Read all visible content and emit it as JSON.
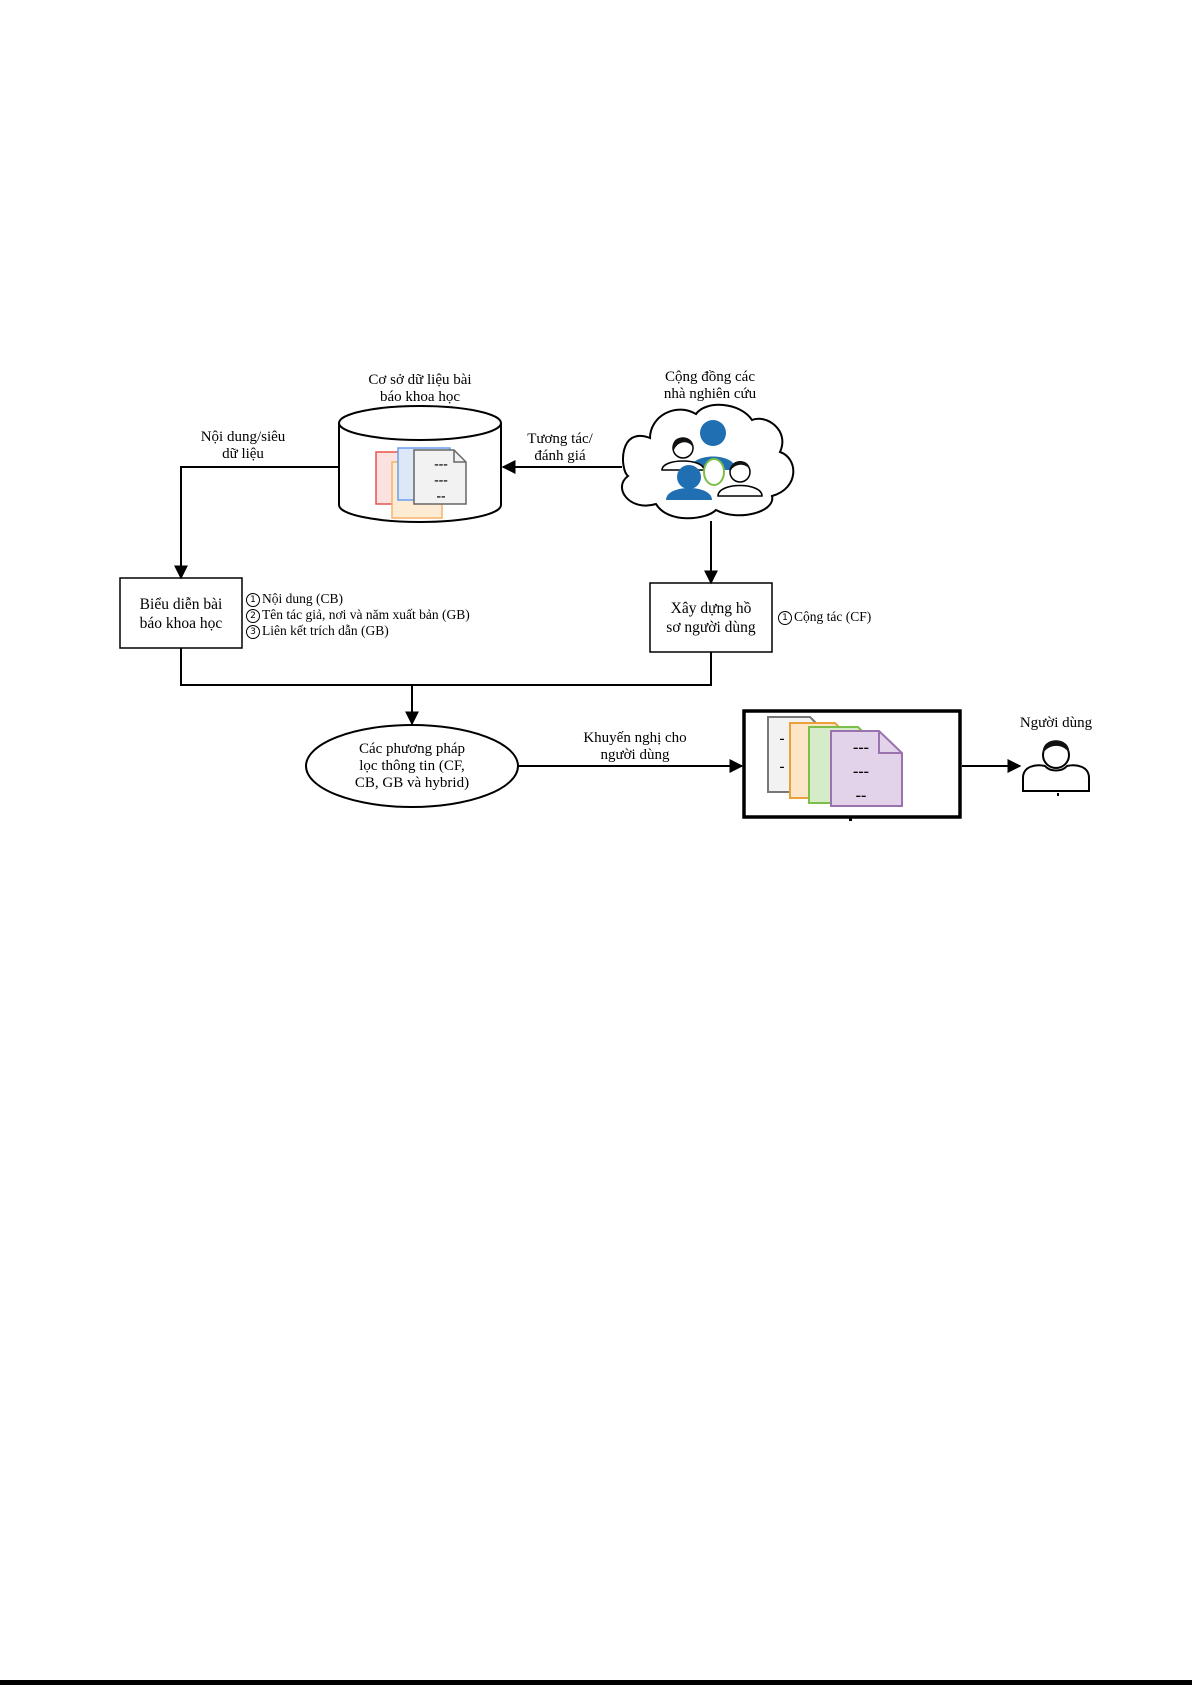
{
  "database": {
    "title_line1": "Cơ sở dữ liệu bài",
    "title_line2": "báo khoa học",
    "doc_line1": "---",
    "doc_line2": "---",
    "doc_line3": "--"
  },
  "community": {
    "title_line1": "Cộng đồng các",
    "title_line2": "nhà nghiên cứu"
  },
  "edges": {
    "content_meta_line1": "Nội dung/siêu",
    "content_meta_line2": "dữ liệu",
    "interaction_line1": "Tương tác/",
    "interaction_line2": "đánh giá",
    "recommend_line1": "Khuyến nghị cho",
    "recommend_line2": "người dùng"
  },
  "representation_box": {
    "line1": "Biểu diễn bài",
    "line2": "báo khoa học"
  },
  "representation_notes": [
    {
      "marker": "1",
      "text": "Nội dung (CB)"
    },
    {
      "marker": "2",
      "text": "Tên tác giả, nơi và năm xuất bản (GB)"
    },
    {
      "marker": "3",
      "text": "Liên kết trích dẫn (GB)"
    }
  ],
  "profile_box": {
    "line1": "Xây dựng hồ",
    "line2": "sơ người dùng"
  },
  "profile_notes": [
    {
      "marker": "1",
      "text": "Cộng tác (CF)"
    }
  ],
  "filter_ellipse": {
    "line1": "Các phương pháp",
    "line2": "lọc thông tin (CF,",
    "line3": "CB, GB và hybrid)"
  },
  "recommendation_docs": {
    "line1": "---",
    "line2": "---",
    "line3": "--",
    "side_marks": [
      "-",
      "-"
    ]
  },
  "user": {
    "label": "Người dùng"
  },
  "colors": {
    "doc_red": "#e8544e",
    "doc_blue": "#6d9eeb",
    "doc_orange": "#f6b26b",
    "doc_green": "#93c47d",
    "doc_purple": "#9b72b0",
    "person_blue": "#1f6fb2",
    "person_green": "#7bbf4a"
  }
}
